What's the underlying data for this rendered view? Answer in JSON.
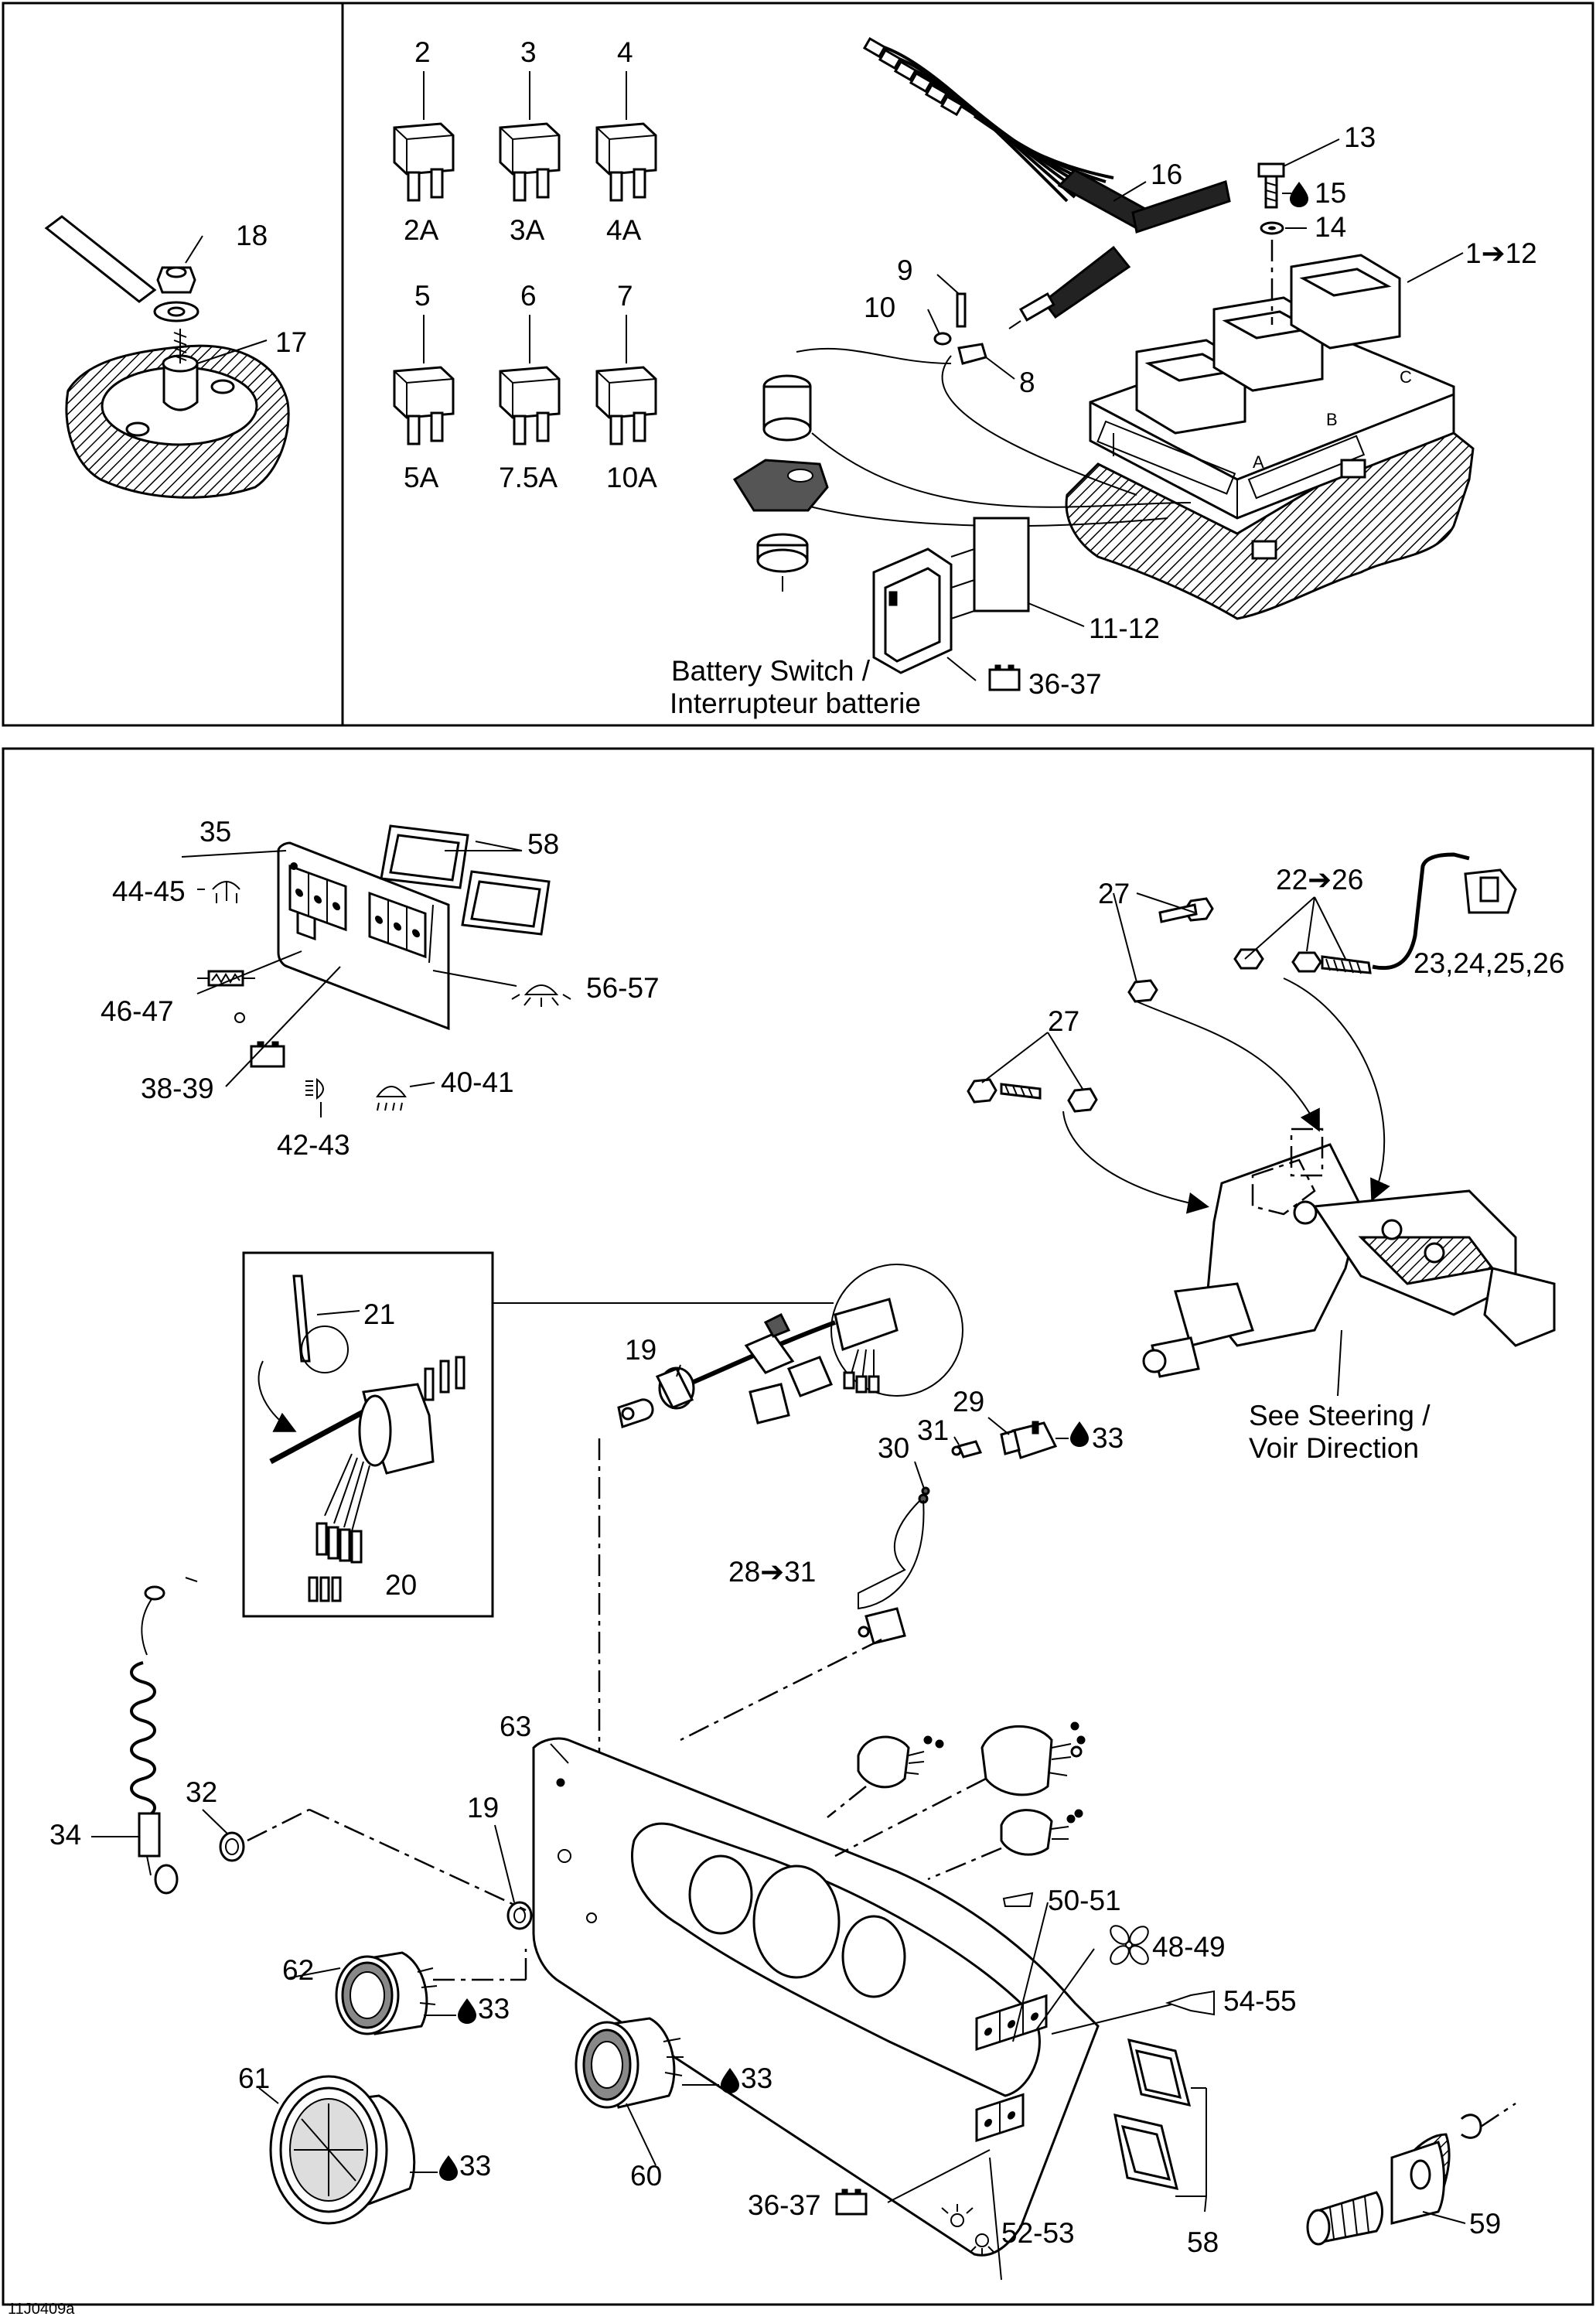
{
  "figure_id": "11J0409a",
  "fuses": [
    {
      "ref": "2",
      "rating": "2A"
    },
    {
      "ref": "3",
      "rating": "3A"
    },
    {
      "ref": "4",
      "rating": "4A"
    },
    {
      "ref": "5",
      "rating": "5A"
    },
    {
      "ref": "6",
      "rating": "7.5A"
    },
    {
      "ref": "7",
      "rating": "10A"
    }
  ],
  "top_callouts": {
    "c1_12": "1➔12",
    "c8": "8",
    "c9": "9",
    "c10": "10",
    "c11_12": "11-12",
    "c13": "13",
    "c14": "14",
    "c15": "15",
    "c16": "16",
    "c17": "17",
    "c18": "18",
    "c36_37_top": "36-37",
    "battery_switch_line1": "Battery Switch /",
    "battery_switch_line2": "Interrupteur batterie"
  },
  "bottom_callouts": {
    "c19a": "19",
    "c19b": "19",
    "c20": "20",
    "c21": "21",
    "c22_26": "22➔26",
    "c23_26": "23,24,25,26",
    "c27a": "27",
    "c27b": "27",
    "c28_31": "28➔31",
    "c29": "29",
    "c30": "30",
    "c31": "31",
    "c32": "32",
    "c33a": "33",
    "c33b": "33",
    "c33c": "33",
    "c33d": "33",
    "c34": "34",
    "c35": "35",
    "c36_37": "36-37",
    "c38_39": "38-39",
    "c40_41": "40-41",
    "c42_43": "42-43",
    "c44_45": "44-45",
    "c46_47": "46-47",
    "c48_49": "48-49",
    "c50_51": "50-51",
    "c52_53": "52-53",
    "c54_55": "54-55",
    "c56_57": "56-57",
    "c58a": "58",
    "c58b": "58",
    "c59": "59",
    "c60": "60",
    "c61": "61",
    "c62": "62",
    "c63": "63",
    "see_steering_line1": "See  Steering /",
    "see_steering_line2": "Voir Direction"
  }
}
